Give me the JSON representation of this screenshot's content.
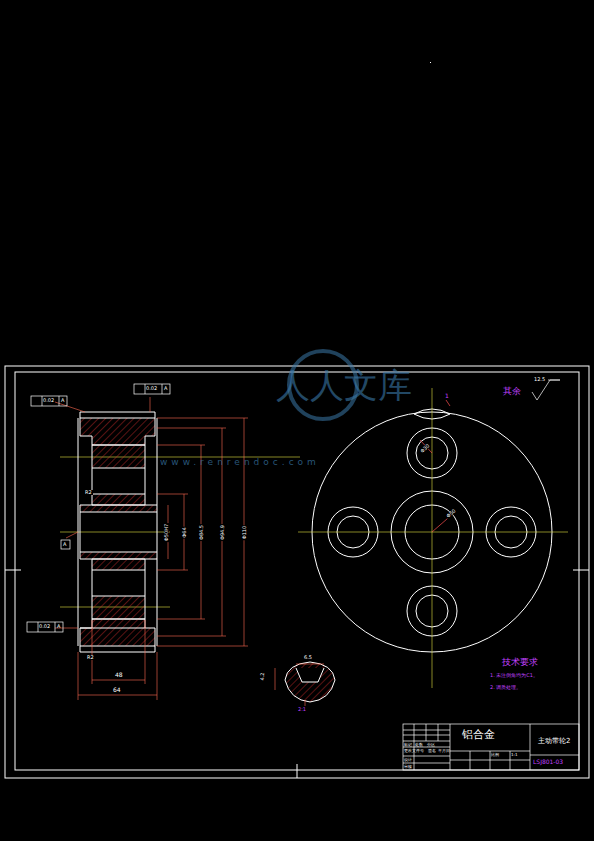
{
  "diagram": {
    "labels": [
      "人人文库",
      "www.renrendoc.com",
      "其余",
      "12.5",
      "1",
      "技术要求",
      "1. 未注倒角均为C1。",
      "2. 调质处理。",
      "铝合金",
      "主动带轮2",
      "LSJ801-03",
      "0.02",
      "A",
      "0.02",
      "A",
      "0.02",
      "A",
      "A",
      "64",
      "48",
      "Φ50H7",
      "Φ64",
      "Φ84.5",
      "Φ94.9",
      "Φ110",
      "R2",
      "R2",
      "6.5",
      "4.2",
      "Φ30",
      "Φ50",
      "2:1",
      "标记",
      "处数",
      "分区",
      "更改文件号",
      "签名",
      "年月日",
      "设计",
      "审核",
      "比例",
      "1:1"
    ]
  }
}
